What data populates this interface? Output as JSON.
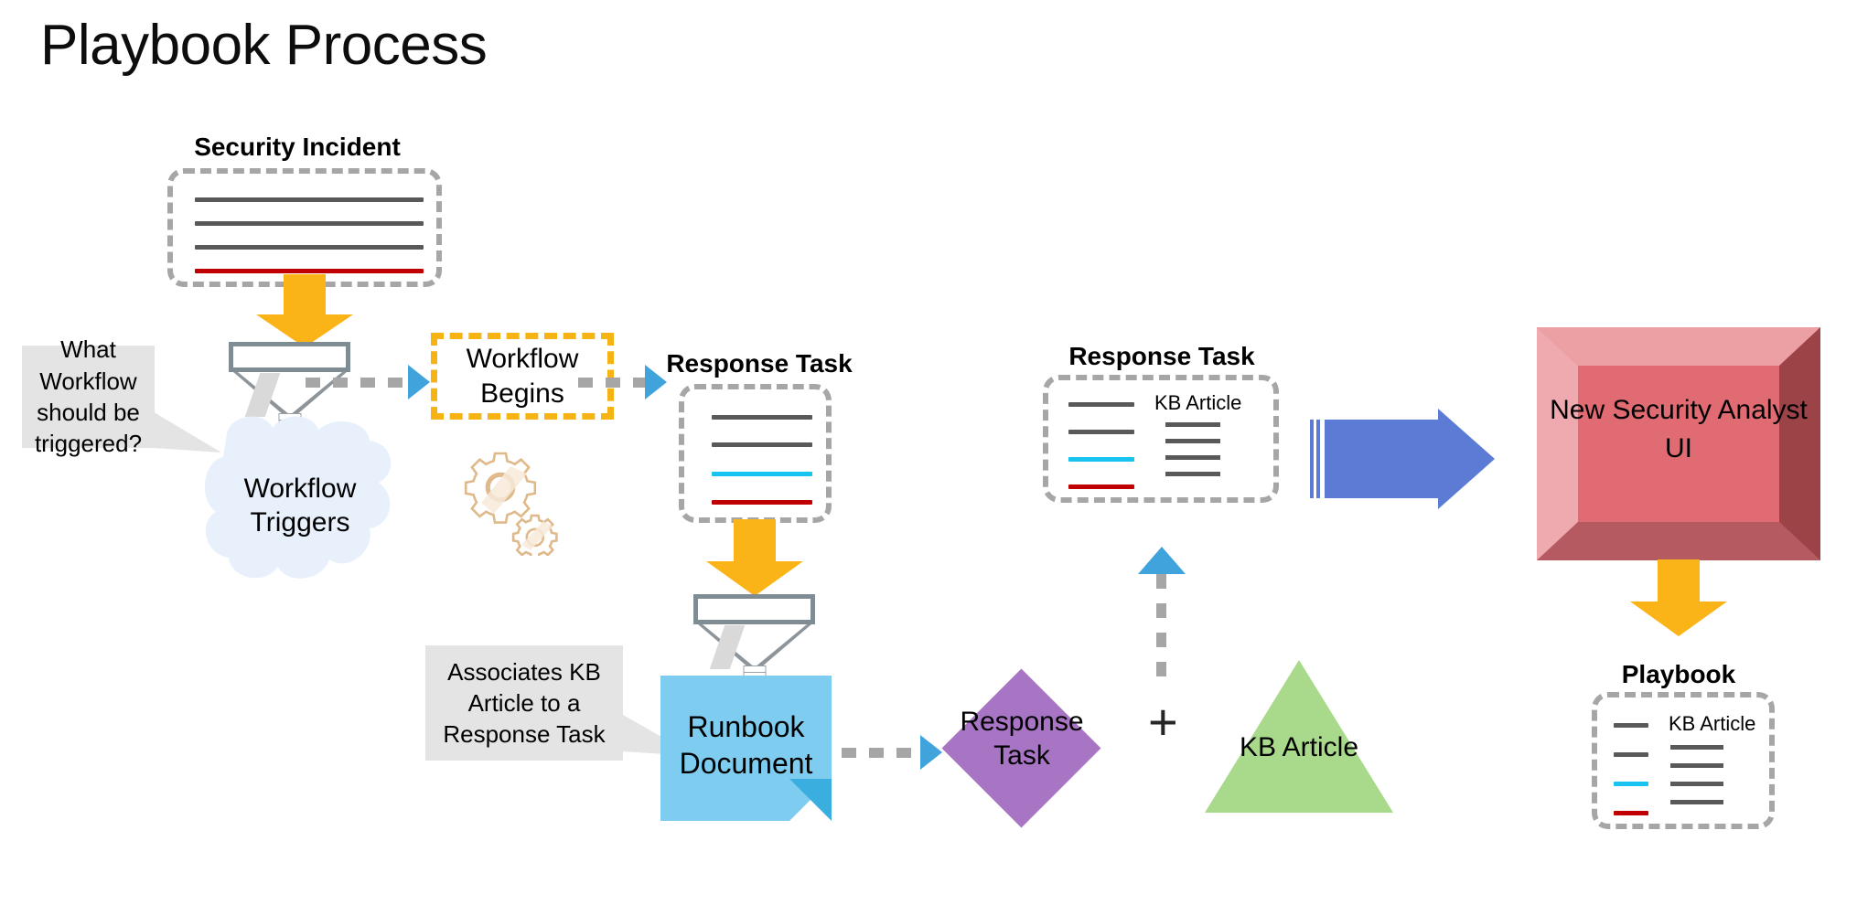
{
  "page": {
    "title": "Playbook Process",
    "background": "#ffffff"
  },
  "colors": {
    "accent_yellow": "#fbb417",
    "accent_yellow_dashed": "#f5b414",
    "dashed_gray": "#a6a6a6",
    "line_gray": "#595959",
    "line_cyan": "#18c3ef",
    "line_red": "#c00000",
    "cloud_blue": "#e8f1fb",
    "chevron_blue": "#41a3dc",
    "big_arrow_blue": "#5b7bd5",
    "sticky_blue": "#7ecdf0",
    "sticky_fold": "#3aaede",
    "diamond_purple": "#a875c4",
    "triangle_green": "#a9d98a",
    "bevel_red": "#e06b72",
    "callout_gray": "#e4e4e4",
    "funnel_gray": "#7f8c94"
  },
  "nodes": {
    "security_incident": {
      "caption": "Security Incident",
      "lines": [
        "gray",
        "gray",
        "gray",
        "red"
      ]
    },
    "callout_workflow": {
      "text": "What Workflow should be triggered?"
    },
    "workflow_triggers": {
      "label": "Workflow Triggers",
      "shape": "cloud"
    },
    "workflow_begins": {
      "label": "Workflow Begins",
      "shape": "dashed-yellow-box"
    },
    "gears": {
      "icon": "gears-icon"
    },
    "response_task_doc": {
      "caption": "Response Task",
      "lines": [
        "gray",
        "gray",
        "cyan",
        "red"
      ]
    },
    "callout_associates": {
      "text": "Associates KB Article to a Response Task"
    },
    "runbook_document": {
      "label": "Runbook Document",
      "shape": "sticky-note"
    },
    "response_task_diamond": {
      "label": "Response Task",
      "shape": "diamond"
    },
    "plus": {
      "label": "+"
    },
    "kb_article_triangle": {
      "label": "KB Article",
      "shape": "triangle"
    },
    "response_task_with_kb": {
      "caption": "Response Task",
      "kb_title": "KB Article",
      "left_lines": [
        "gray",
        "gray",
        "cyan",
        "red"
      ],
      "right_lines": [
        "gray",
        "gray",
        "gray",
        "gray"
      ]
    },
    "new_security_analyst_ui": {
      "label": "New Security Analyst UI",
      "shape": "beveled-cube"
    },
    "playbook": {
      "caption": "Playbook",
      "kb_title": "KB Article",
      "left_lines": [
        "gray",
        "gray",
        "cyan",
        "red"
      ],
      "right_lines": [
        "gray",
        "gray",
        "gray",
        "gray"
      ]
    }
  },
  "connectors": {
    "incident_to_funnel": "yellow-down-arrow",
    "triggers_to_gears": "dotted-right-chevron",
    "gears_to_response_task": "dotted-right-chevron",
    "response_task_to_funnel": "yellow-down-arrow",
    "runbook_to_diamond": "dotted-right-chevron",
    "kb_to_response_task_card": "dotted-up-chevron",
    "card_to_ui": "blue-right-arrow",
    "ui_to_playbook": "yellow-down-arrow"
  }
}
